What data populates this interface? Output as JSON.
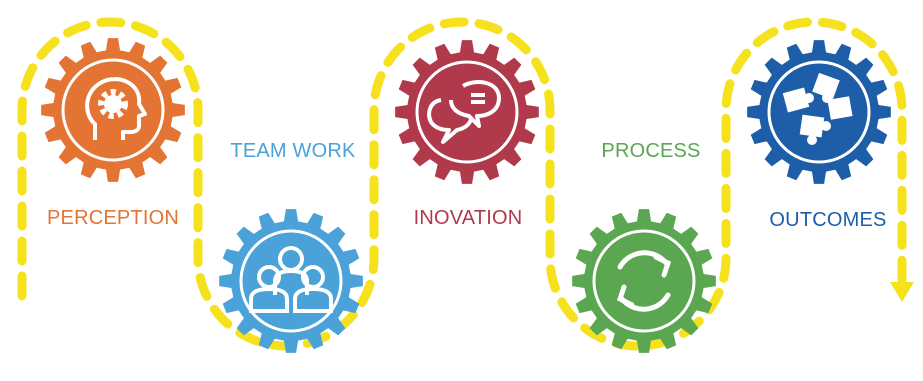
{
  "colors": {
    "path": "#f6e21c",
    "perception": "#e37434",
    "teamwork": "#4aa2d9",
    "innovation": "#b03a4b",
    "process": "#5aa651",
    "outcomes": "#1e5ea8"
  },
  "steps": [
    {
      "label": "PERCEPTION",
      "icon": "head-gear-icon",
      "color_key": "perception"
    },
    {
      "label": "TEAM WORK",
      "icon": "team-people-icon",
      "color_key": "teamwork"
    },
    {
      "label": "INOVATION",
      "icon": "speech-bubbles-icon",
      "color_key": "innovation"
    },
    {
      "label": "PROCESS",
      "icon": "cycle-arrows-icon",
      "color_key": "process"
    },
    {
      "label": "OUTCOMES",
      "icon": "puzzle-pieces-icon",
      "color_key": "outcomes"
    }
  ]
}
